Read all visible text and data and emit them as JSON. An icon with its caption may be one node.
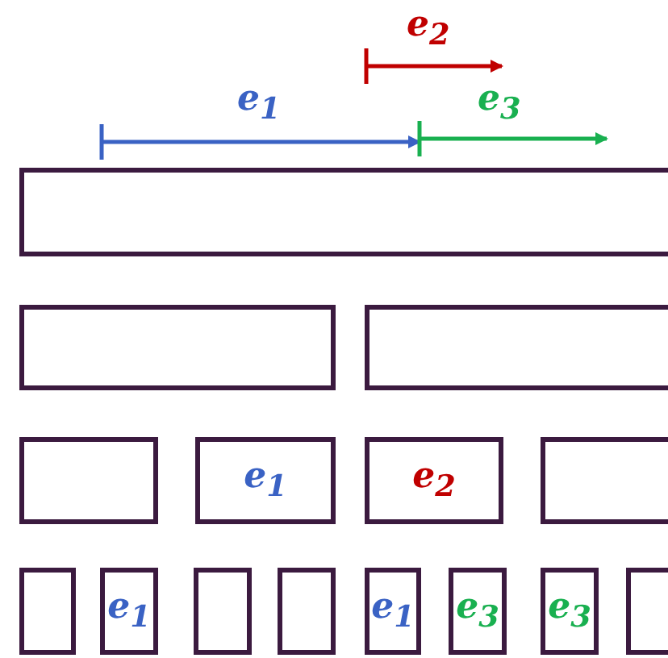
{
  "diagram": {
    "nodes": [
      {
        "text": [],
        "shape": "box"
      },
      {
        "text": [],
        "shape": "box"
      },
      {
        "text": [],
        "shape": "box"
      },
      {
        "text": [],
        "shape": "box"
      },
      {
        "text": [
          "e$_{1}$"
        ]
      },
      {
        "text": [
          "e$_{2}$"
        ]
      },
      {
        "text": [],
        "shape": "box"
      },
      {
        "text": [],
        "shape": "box"
      },
      {
        "text": [
          "e$_{1}$"
        ]
      },
      {
        "text": [],
        "shape": "box"
      },
      {
        "text": [],
        "shape": "box"
      },
      {
        "text": [
          "e$_{1}$"
        ]
      },
      {
        "text": [
          "e$_{3}$"
        ]
      },
      {
        "text": [
          "e$_{3}$"
        ]
      },
      {
        "text": [],
        "shape": "box"
      }
    ],
    "labels": [
      "e$_{2}$",
      "e$_{1}$",
      "e$_{3}$"
    ]
  }
}
